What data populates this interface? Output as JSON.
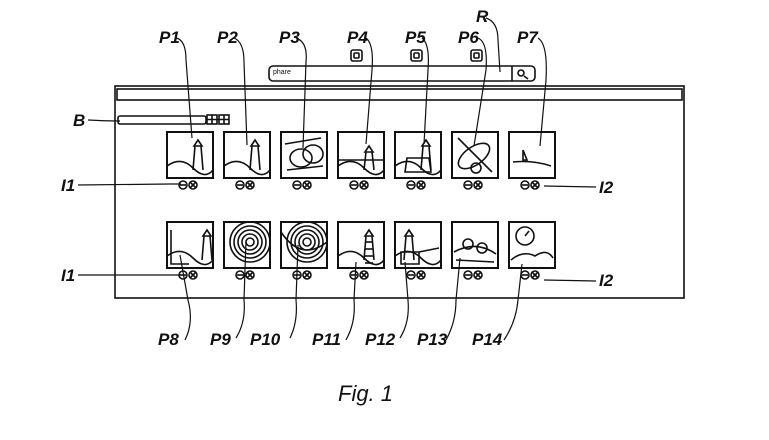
{
  "figure": {
    "caption": "Fig. 1",
    "search_text": "phare",
    "labels": {
      "P1": "P1",
      "P2": "P2",
      "P3": "P3",
      "P4": "P4",
      "P5": "P5",
      "P6": "P6",
      "P7": "P7",
      "P8": "P8",
      "P9": "P9",
      "P10": "P10",
      "P11": "P11",
      "P12": "P12",
      "P13": "P13",
      "P14": "P14",
      "R": "R",
      "B": "B",
      "I1_top": "I1",
      "I1_bottom": "I1",
      "I2_top": "I2",
      "I2_bottom": "I2"
    },
    "thumbnails_row1": [
      "lighthouse-cliff",
      "lighthouse-coast",
      "rolls",
      "lighthouse-horizon",
      "lighthouse-tower",
      "boat",
      "sailboat"
    ],
    "thumbnails_row2": [
      "lighthouse-corner",
      "spiral",
      "swirl",
      "lighthouse-striped",
      "lighthouse-house",
      "cars",
      "clock-bush"
    ]
  }
}
